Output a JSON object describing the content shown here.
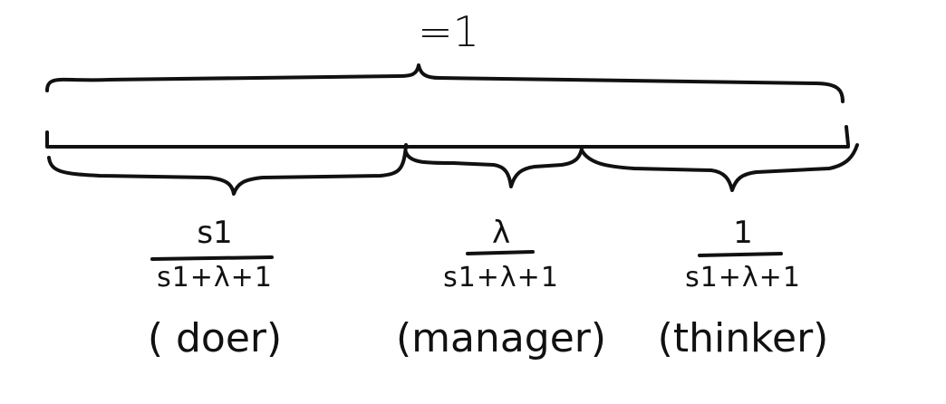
{
  "total_label": "=1",
  "segments": [
    {
      "numerator": "s1",
      "denominator": "s1+λ+1",
      "role": "( doer)"
    },
    {
      "numerator": "λ",
      "denominator": "s1+λ+1",
      "role": "(manager)"
    },
    {
      "numerator": "1",
      "denominator": "s1+λ+1",
      "role": "(thinker)"
    }
  ],
  "ink_color": "#111111"
}
